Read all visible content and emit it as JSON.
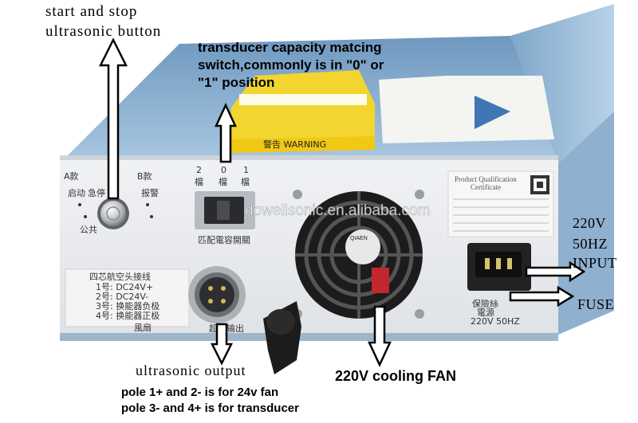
{
  "annotations": {
    "start_stop_line1": "start and stop",
    "start_stop_line2": "ultrasonic button",
    "capacity_line1": "transducer capacity matcing",
    "capacity_line2": "switch,commonly is in \"0\" or",
    "capacity_line3": "\"1\" position",
    "power_line1": "220V",
    "power_line2": "50HZ",
    "power_line3": "INPUT",
    "fuse": "FUSE",
    "fan": "220V cooling FAN",
    "output_title": "ultrasonic output",
    "output_line1": "pole 1+ and 2- is for 24v fan",
    "output_line2": "pole 3- and 4+ is for transducer"
  },
  "panel": {
    "a_type": "A款",
    "b_type": "B款",
    "start_label": "启动",
    "estop_label": "急停",
    "alarm_label": "报警",
    "common_label": "公共",
    "switch_pos_2": "2",
    "switch_pos_0": "0",
    "switch_pos_1": "1",
    "switch_gear": "檔",
    "switch_caption": "匹配電容開關",
    "watermark": "dowellsonic.en.alibaba.com",
    "aviation_title": "四芯航空头接线",
    "aviation_pin1": "1号: DC24V+",
    "aviation_pin2": "2号: DC24V-",
    "aviation_pin3": "3号: 换能器负极",
    "aviation_pin4": "4号: 换能器正极",
    "fan_label": "風扇",
    "output_label": "超声输出",
    "fuse_label": "保險絲",
    "power_label": "電源",
    "power_rating": "220V 50HZ",
    "fan_brand": "QIAEN",
    "warning_text": "警告 WARNING",
    "cert_title": "Product Qualification",
    "cert_subtitle": "Certificate"
  },
  "colors": {
    "panel_face": "#e9ebee",
    "housing_top": "#8eb4d4",
    "housing_side": "#9fc2de",
    "warning_yellow": "#f2d233",
    "fan_dark": "#1c1c1c"
  }
}
